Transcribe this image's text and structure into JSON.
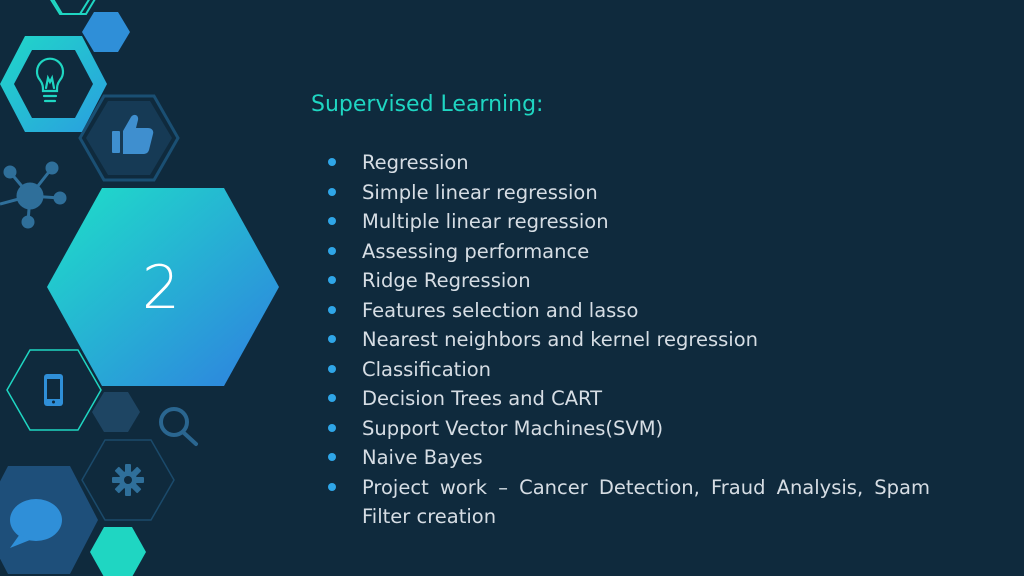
{
  "slide": {
    "number": "2",
    "title": "Supervised Learning:",
    "items": [
      "Regression",
      "Simple linear regression",
      "Multiple linear regression",
      "Assessing performance",
      "Ridge Regression",
      "Features selection and lasso",
      "Nearest neighbors and kernel regression",
      "Classification",
      "Decision Trees and CART",
      "Support Vector Machines(SVM)",
      "Naive Bayes",
      "Project work – Cancer Detection, Fraud Analysis, Spam Filter creation"
    ]
  },
  "colors": {
    "background": "#0f2a3d",
    "teal": "#1fd6c2",
    "blue": "#2f8fd8",
    "title": "#1fd6c2",
    "text": "#d6dde4"
  },
  "icons": [
    "lightbulb-icon",
    "thumbs-up-icon",
    "network-icon",
    "mobile-phone-icon",
    "magnifier-icon",
    "gear-icon",
    "chat-bubble-icon"
  ]
}
